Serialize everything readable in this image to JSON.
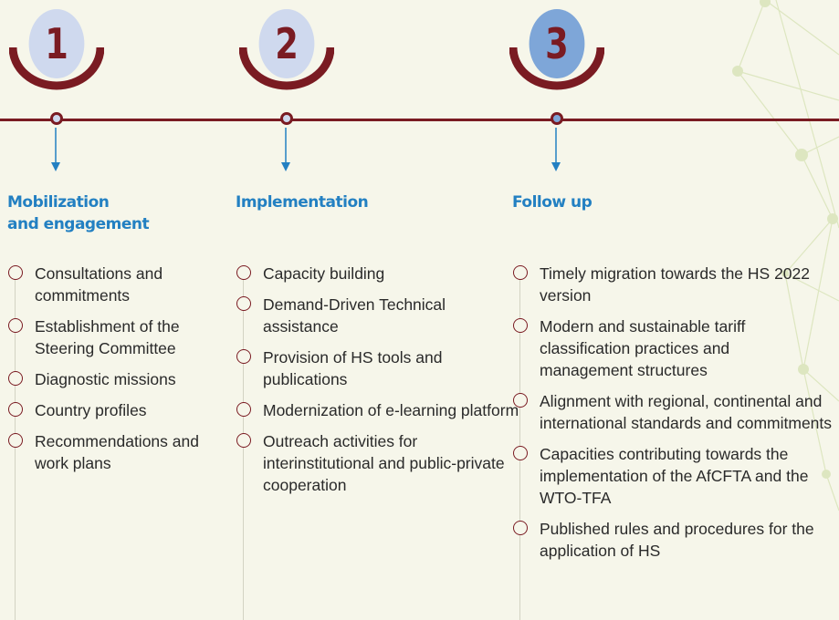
{
  "phases": [
    {
      "number": "1",
      "title_line1": "Mobilization",
      "title_line2": "and engagement",
      "items": [
        "Consultations and commitments",
        "Establishment of the Steering Committee",
        "Diagnostic missions",
        "Country profiles",
        "Recommendations and work plans"
      ]
    },
    {
      "number": "2",
      "title_line1": "Implementation",
      "title_line2": "",
      "items": [
        "Capacity building",
        "Demand-Driven Technical assistance",
        "Provision of HS tools and publications",
        "Modernization of e-learning platform",
        "Outreach activities for interinstitutional and public-private cooperation"
      ]
    },
    {
      "number": "3",
      "title_line1": "Follow up",
      "title_line2": "",
      "items": [
        "Timely migration towards the HS 2022 version",
        "Modern and sustainable tariff classification practices and management structures",
        "Alignment with regional, continental and international standards and commitments",
        "Capacities contributing towards the implementation of the AfCFTA and the WTO-TFA",
        "Published rules and procedures for the application of HS"
      ]
    }
  ],
  "colors": {
    "background": "#f6f6ea",
    "maroon": "#7a1b22",
    "light_blue": "#cfd9ee",
    "mid_blue": "#7ea6d8",
    "heading_blue": "#2380c2"
  }
}
